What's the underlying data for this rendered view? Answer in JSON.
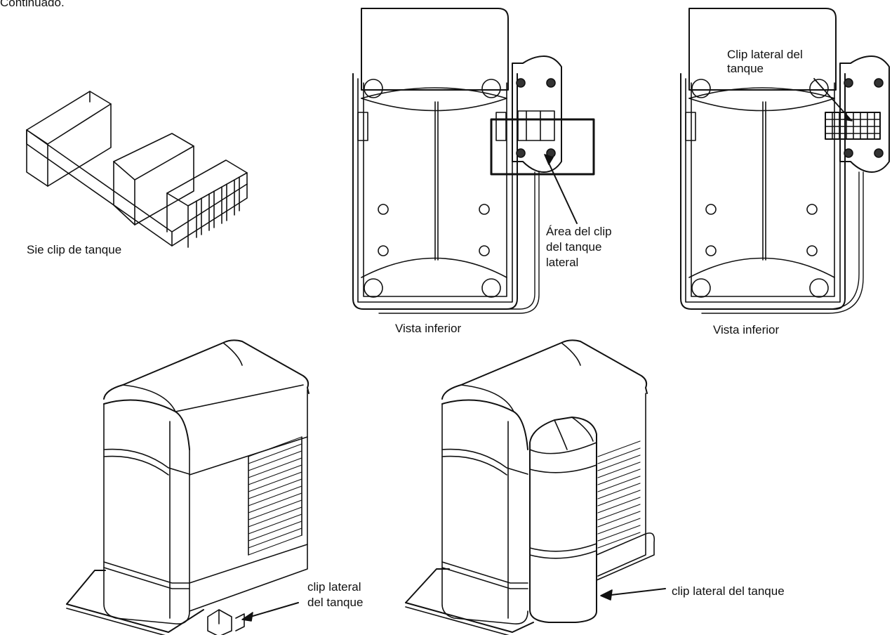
{
  "header_text": "Continuado.",
  "labels": {
    "side_clip": "Sie clip de tanque",
    "bottom_view_left": "Vista inferior",
    "bottom_view_right": "Vista inferior",
    "clip_area_line1": "Área del clip",
    "clip_area_line2": "del tanque",
    "clip_area_line3": "lateral",
    "side_tank_clip_line1": "Clip lateral del",
    "side_tank_clip_line2": "tanque",
    "bottom_left_clip_line1": "clip lateral",
    "bottom_left_clip_line2": "del tanque",
    "bottom_right_clip": "clip lateral del tanque"
  },
  "colors": {
    "ink": "#111111",
    "paper": "#ffffff"
  }
}
